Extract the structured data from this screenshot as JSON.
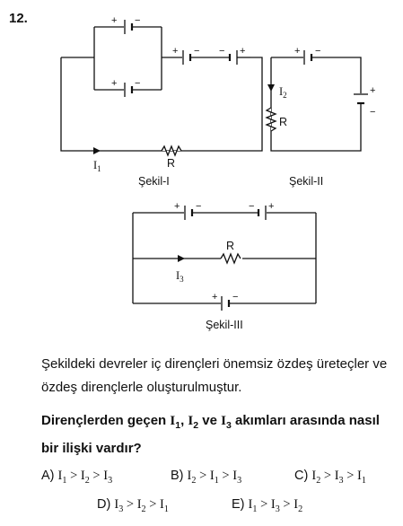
{
  "question": {
    "number": "12.",
    "figure": {
      "fig1_caption": "Şekil-I",
      "fig2_caption": "Şekil-II",
      "fig3_caption": "Şekil-III",
      "resistor_label": "R",
      "i1": "I",
      "i1_sub": "1",
      "i2": "I",
      "i2_sub": "2",
      "i3": "I",
      "i3_sub": "3",
      "plus": "+",
      "minus": "−"
    },
    "paragraph": "Şekildeki devreler iç dirençleri önemsiz özdeş üreteçler ve özdeş dirençlerle oluşturulmuştur.",
    "prompt": "Dirençlerden geçen I1, I2 ve I3 akımları arasında nasıl bir ilişki vardır?",
    "options": [
      {
        "letter": "A)",
        "text": "I1 > I2 > I3"
      },
      {
        "letter": "B)",
        "text": "I2 > I1 > I3"
      },
      {
        "letter": "C)",
        "text": "I2 > I3 > I1"
      },
      {
        "letter": "D)",
        "text": "I3 > I2 > I1"
      },
      {
        "letter": "E)",
        "text": "I1 > I3 > I2"
      }
    ]
  }
}
